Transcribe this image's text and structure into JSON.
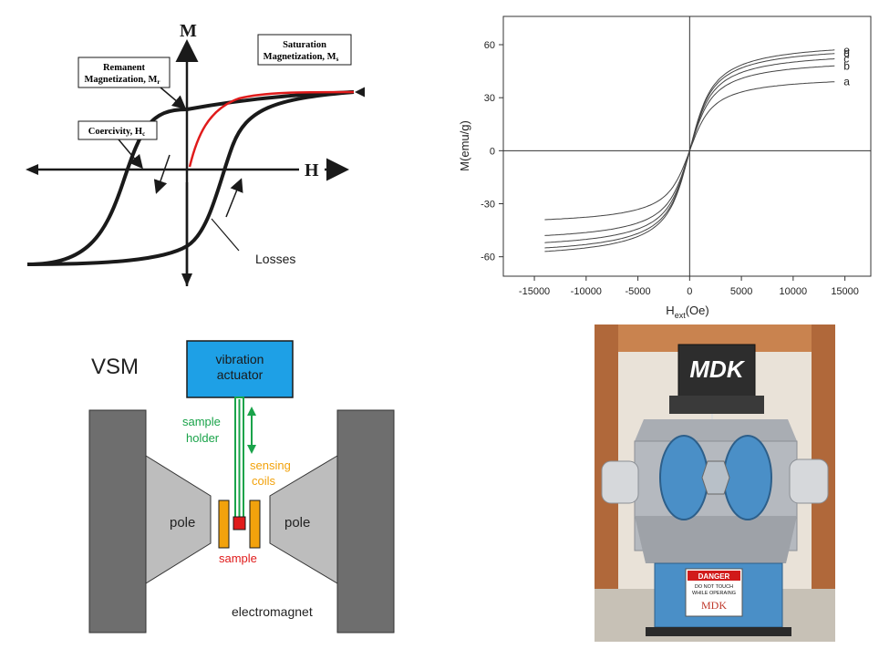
{
  "hysteresis": {
    "axis_m": "M",
    "axis_h": "H",
    "saturation_label_1": "Saturation",
    "saturation_label_2": "Magnetization, M",
    "saturation_sub": "s",
    "remanent_label_1": "Remanent",
    "remanent_label_2": "Magnetization, M",
    "remanent_sub": "r",
    "coercivity_label": "Coercivity, H",
    "coercivity_sub": "c",
    "losses_label": "Losses",
    "colors": {
      "loop": "#1a1a1a",
      "initial_curve": "#e01b1b"
    }
  },
  "chart_data": {
    "type": "line",
    "title": "",
    "xlabel": "H",
    "xlabel_sub": "ext",
    "xlabel_unit": "(Oe)",
    "ylabel": "M(emu/g)",
    "xlim": [
      -18000,
      17500
    ],
    "ylim": [
      -71,
      76
    ],
    "xticks": [
      -15000,
      -10000,
      -5000,
      0,
      5000,
      10000,
      15000
    ],
    "xtick_labels": [
      "-15000",
      "-10000",
      "-5000",
      "0",
      "5000",
      "10000",
      "15000"
    ],
    "yticks": [
      -60,
      -30,
      0,
      30,
      60
    ],
    "ytick_labels": [
      "-60",
      "-30",
      "0",
      "30",
      "60"
    ],
    "series": [
      {
        "name": "a",
        "ms": 39,
        "values_at_14000": 39
      },
      {
        "name": "b",
        "ms": 48,
        "values_at_14000": 48
      },
      {
        "name": "c",
        "ms": 52,
        "values_at_14000": 52
      },
      {
        "name": "d",
        "ms": 55,
        "values_at_14000": 55
      },
      {
        "name": "e",
        "ms": 57,
        "values_at_14000": 57
      }
    ],
    "x_range": [
      -14000,
      14000
    ]
  },
  "vsm": {
    "title": "VSM",
    "actuator_1": "vibration",
    "actuator_2": "actuator",
    "holder_1": "sample",
    "holder_2": "holder",
    "coils_1": "sensing",
    "coils_2": "coils",
    "pole_left": "pole",
    "pole_right": "pole",
    "sample": "sample",
    "electromagnet": "electromagnet",
    "colors": {
      "actuator": "#1ea0e6",
      "holder": "#1aa34a",
      "coils": "#f2a20c",
      "sample": "#e01b1b",
      "magnet": "#6e6e6e",
      "pole": "#bdbdbd"
    }
  },
  "photo": {
    "brand": "MDK",
    "danger": "DANGER",
    "warning_1": "DO NOT TOUCH",
    "warning_2": "WHILE OPERAING",
    "sign_brand": "MDK"
  }
}
